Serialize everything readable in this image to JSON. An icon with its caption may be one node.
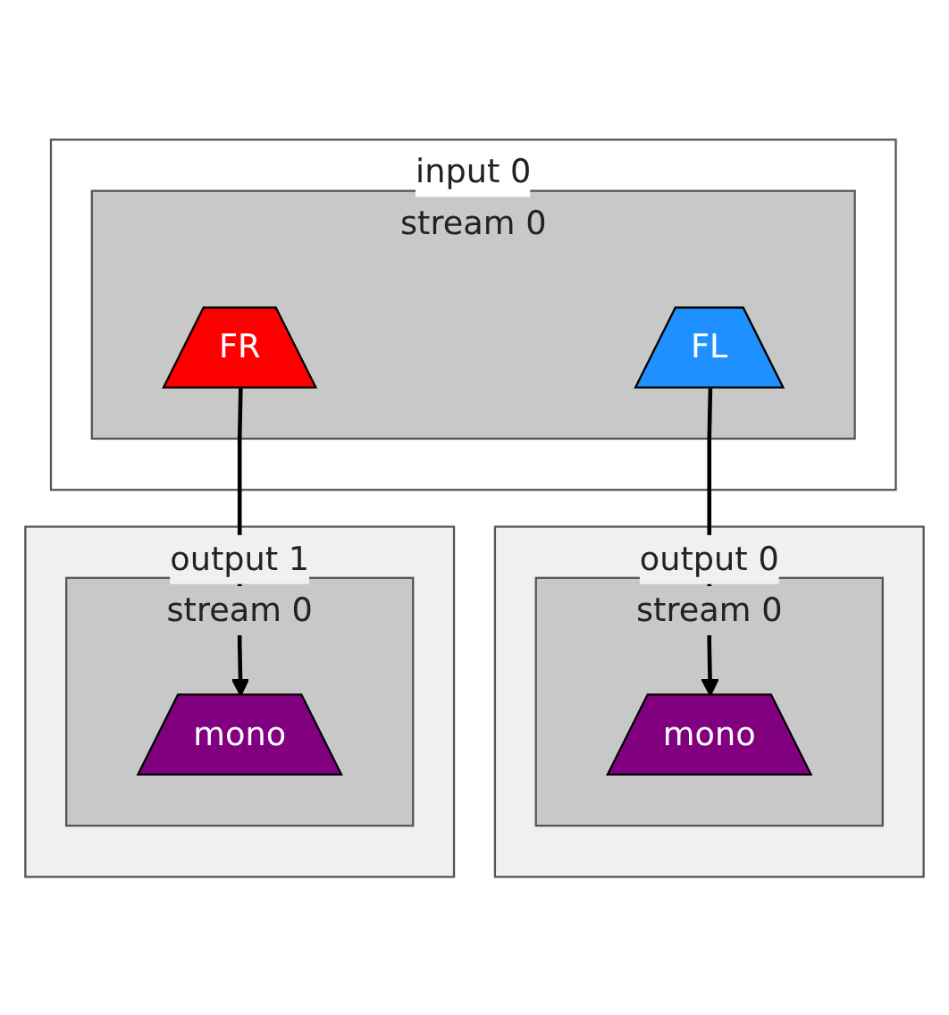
{
  "diagram": {
    "nodes": [
      {
        "text": [
          "input 0"
        ]
      },
      {
        "text": [
          "stream 0"
        ],
        "in": 0
      },
      {
        "text": [
          "FL"
        ],
        "in": 1
      },
      {
        "text": [
          "FR"
        ],
        "in": 1
      },
      {
        "text": [
          "output 0"
        ]
      },
      {
        "text": [
          "stream 0"
        ],
        "in": 4
      },
      {
        "text": [
          "mono"
        ],
        "in": 5
      },
      {
        "text": [
          "output 1"
        ]
      },
      {
        "text": [
          "stream 0"
        ],
        "in": 7
      },
      {
        "text": [
          "mono"
        ],
        "in": 8
      }
    ],
    "edges": [
      {
        "from": 2,
        "to": 6,
        "arrow": "to"
      },
      {
        "from": 3,
        "to": 9,
        "arrow": "to"
      }
    ]
  }
}
